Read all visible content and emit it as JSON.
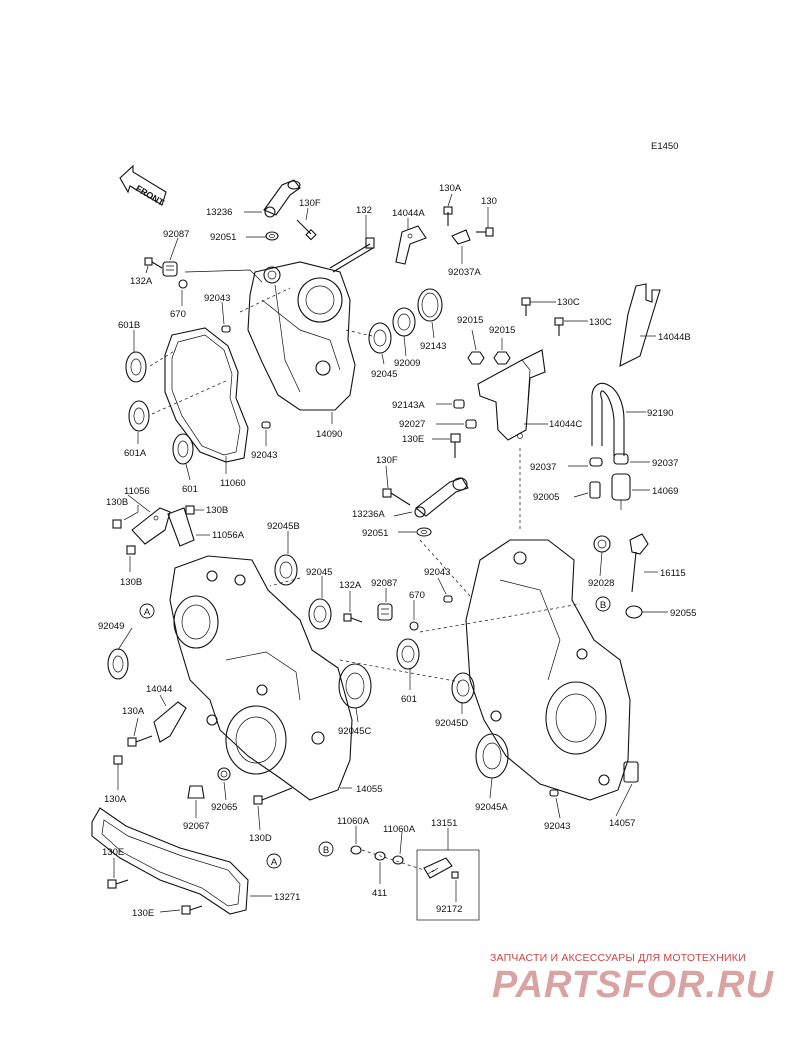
{
  "diagram_code": "E1450",
  "front_label": "FRONT",
  "callouts": {
    "A": "A",
    "B": "B"
  },
  "labels": {
    "l13236": "13236",
    "l130F_top": "130F",
    "l92051_top": "92051",
    "l132": "132",
    "l14044A": "14044A",
    "l130A_top": "130A",
    "l130_top": "130",
    "l92037A": "92037A",
    "l92087_top": "92087",
    "l132A_top": "132A",
    "l670_top": "670",
    "l92043_a": "92043",
    "l601B": "601B",
    "l601A": "601A",
    "l601_a": "601",
    "l11060": "11060",
    "l92043_b": "92043",
    "l14090": "14090",
    "l92045_top": "92045",
    "l92009": "92009",
    "l92143": "92143",
    "l92015_a": "92015",
    "l92015_b": "92015",
    "l130C_a": "130C",
    "l130C_b": "130C",
    "l14044B": "14044B",
    "l92143A": "92143A",
    "l92027": "92027",
    "l130E_mid": "130E",
    "l14044C": "14044C",
    "l92190": "92190",
    "l92037_l": "92037",
    "l92037_r": "92037",
    "l92005": "92005",
    "l14069": "14069",
    "l130F_mid": "130F",
    "l13236A": "13236A",
    "l92051_mid": "92051",
    "l130B_a": "130B",
    "l11056": "11056",
    "l130B_b": "130B",
    "l11056A": "11056A",
    "l130B_c": "130B",
    "l92045B": "92045B",
    "l92045_mid": "92045",
    "l132A_mid": "132A",
    "l92087_mid": "92087",
    "l670_mid": "670",
    "l92043_c": "92043",
    "l92028": "92028",
    "l16115": "16115",
    "l92055": "92055",
    "l92049": "92049",
    "l14044": "14044",
    "l130A_a": "130A",
    "l130A_b": "130A",
    "l601_b": "601",
    "l92045C": "92045C",
    "l92045D": "92045D",
    "l14055": "14055",
    "l92067": "92067",
    "l92065": "92065",
    "l130D": "130D",
    "l92045A": "92045A",
    "l92043_d": "92043",
    "l14057": "14057",
    "l11060A_a": "11060A",
    "l11060A_b": "11060A",
    "l13151": "13151",
    "l411": "411",
    "l92172": "92172",
    "l130E_a": "130E",
    "l130E_b": "130E",
    "l13271": "13271"
  },
  "watermark": {
    "line1": "ЗАПЧАСТИ И АКСЕССУАРЫ ДЛЯ МОТОТЕХНИКИ",
    "line2": "PARTSFOR.RU"
  }
}
